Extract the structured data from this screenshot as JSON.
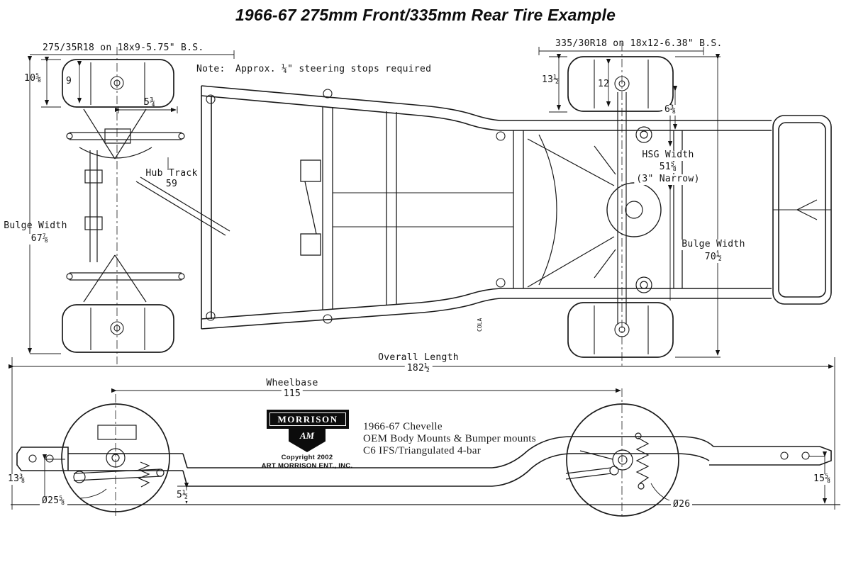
{
  "title": "1966-67 275mm Front/335mm Rear Tire Example",
  "note": {
    "label": "Note:",
    "text": "Approx. ¼\" steering stops required"
  },
  "top_view": {
    "front_tire_spec": "275/35R18 on 18x9-5.75\" B.S.",
    "rear_tire_spec": "335/30R18 on 18x12-6.38\" B.S.",
    "front_dims": {
      "section_height": "10⅝",
      "rim_width": "9",
      "backspacing": "5¾"
    },
    "rear_dims": {
      "section_height": "13½",
      "rim_width": "12",
      "backspacing": "6⅜"
    },
    "hub_track": {
      "label": "Hub Track",
      "value": "59"
    },
    "bulge_width_front": {
      "label": "Bulge Width",
      "value": "67⅞"
    },
    "hsg_width": {
      "label": "HSG Width",
      "value": "51⅝",
      "note": "(3\" Narrow)"
    },
    "bulge_width_rear": {
      "label": "Bulge Width",
      "value": "70½"
    },
    "cola_label": "COLA"
  },
  "side_view": {
    "overall_length": {
      "label": "Overall Length",
      "value": "182½"
    },
    "wheelbase": {
      "label": "Wheelbase",
      "value": "115"
    },
    "front_ride_height": "13⅜",
    "front_tire_diameter": "Ø25⅝",
    "frame_ground_clearance": "5½",
    "rear_tire_diameter": "Ø26",
    "rear_ride_height": "15⅝"
  },
  "logo": {
    "brand": "MORRISON",
    "shield_monogram": "AM",
    "copyright_line1": "Copyright 2002",
    "copyright_line2": "ART MORRISON ENT., INC."
  },
  "description": {
    "line1": "1966-67 Chevelle",
    "line2": "OEM Body Mounts & Bumper mounts",
    "line3": "C6 IFS/Triangulated 4-bar"
  }
}
